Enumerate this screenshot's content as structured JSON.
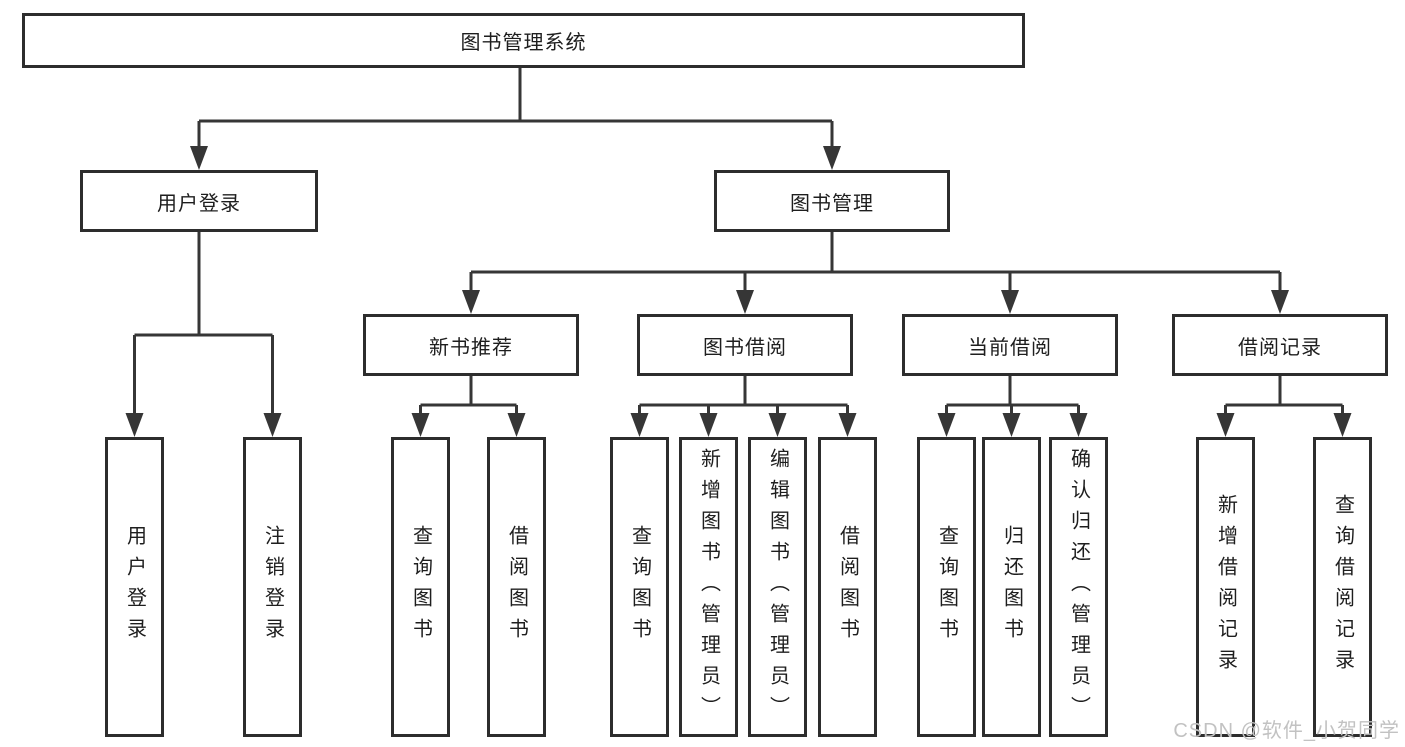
{
  "diagram": {
    "title": "图书管理系统",
    "colors": {
      "line": "#363636",
      "box_border": "#2d2d2d",
      "box_fill": "#ffffff",
      "text": "#1e1e1e",
      "watermark": "#c2c2c2"
    },
    "nodes": {
      "root": {
        "label": "图书管理系统"
      },
      "user_login": {
        "label": "用户登录"
      },
      "book_mgmt": {
        "label": "图书管理"
      },
      "new_book_rec": {
        "label": "新书推荐"
      },
      "book_borrow": {
        "label": "图书借阅"
      },
      "current_borrow": {
        "label": "当前借阅"
      },
      "borrow_records": {
        "label": "借阅记录"
      },
      "leaf_user_login": {
        "label": "用户登录"
      },
      "leaf_logout": {
        "label": "注销登录"
      },
      "leaf_nb_query": {
        "label": "查询图书"
      },
      "leaf_nb_borrow": {
        "label": "借阅图书"
      },
      "leaf_bb_query": {
        "label": "查询图书"
      },
      "leaf_bb_add": {
        "label": "新增图书（管理员）"
      },
      "leaf_bb_edit": {
        "label": "编辑图书（管理员）"
      },
      "leaf_bb_borrow": {
        "label": "借阅图书"
      },
      "leaf_cb_query": {
        "label": "查询图书"
      },
      "leaf_cb_return": {
        "label": "归还图书"
      },
      "leaf_cb_confirm": {
        "label": "确认归还（管理员）"
      },
      "leaf_br_add": {
        "label": "新增借阅记录"
      },
      "leaf_br_query": {
        "label": "查询借阅记录"
      }
    },
    "tree": {
      "root": [
        "user_login",
        "book_mgmt"
      ],
      "user_login": [
        "leaf_user_login",
        "leaf_logout"
      ],
      "book_mgmt": [
        "new_book_rec",
        "book_borrow",
        "current_borrow",
        "borrow_records"
      ],
      "new_book_rec": [
        "leaf_nb_query",
        "leaf_nb_borrow"
      ],
      "book_borrow": [
        "leaf_bb_query",
        "leaf_bb_add",
        "leaf_bb_edit",
        "leaf_bb_borrow"
      ],
      "current_borrow": [
        "leaf_cb_query",
        "leaf_cb_return",
        "leaf_cb_confirm"
      ],
      "borrow_records": [
        "leaf_br_add",
        "leaf_br_query"
      ]
    },
    "watermark": "CSDN @软件_小贺同学"
  }
}
